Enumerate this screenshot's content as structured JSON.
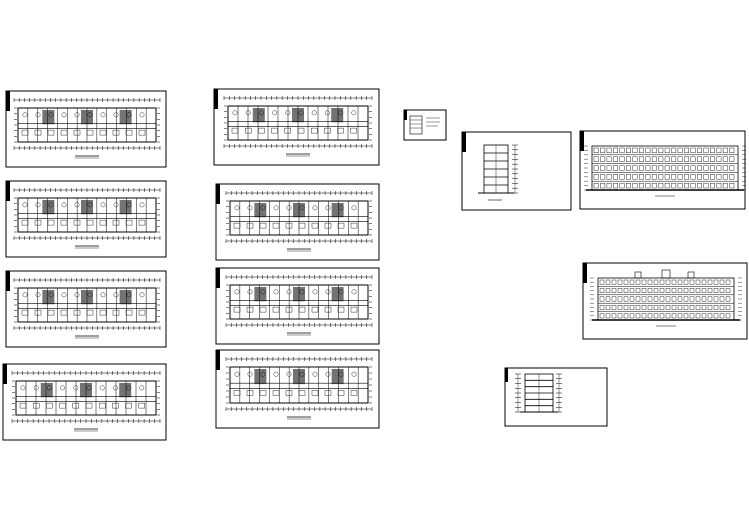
{
  "document": {
    "title": "",
    "background": "#ffffff",
    "ink": "#000000"
  },
  "sheets": [
    {
      "id": "floor-plan-a",
      "kind": "plan"
    },
    {
      "id": "floor-plan-b",
      "kind": "plan"
    },
    {
      "id": "floor-plan-c",
      "kind": "plan"
    },
    {
      "id": "floor-plan-d",
      "kind": "plan"
    },
    {
      "id": "floor-plan-e",
      "kind": "plan"
    },
    {
      "id": "floor-plan-f",
      "kind": "plan"
    },
    {
      "id": "floor-plan-g",
      "kind": "plan"
    },
    {
      "id": "floor-plan-h",
      "kind": "plan"
    },
    {
      "id": "detail-small",
      "kind": "detail"
    },
    {
      "id": "section-a",
      "kind": "section"
    },
    {
      "id": "elevation-front",
      "kind": "elevation"
    },
    {
      "id": "elevation-back",
      "kind": "elevation"
    },
    {
      "id": "section-b",
      "kind": "section"
    }
  ]
}
